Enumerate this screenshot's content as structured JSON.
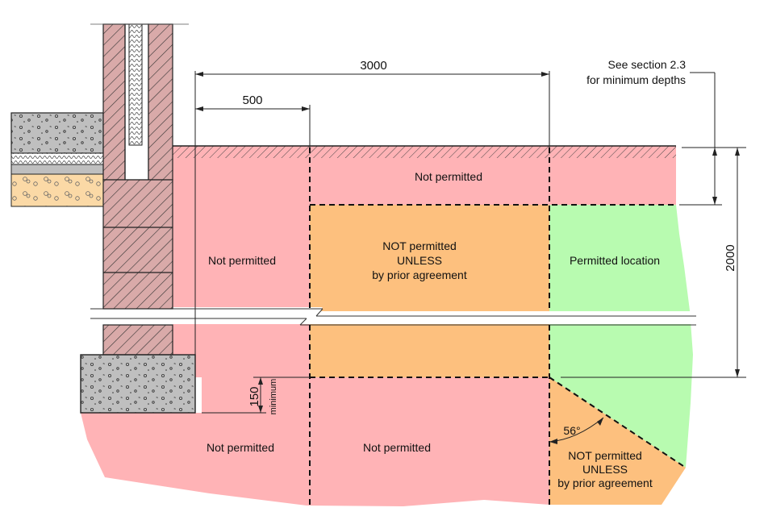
{
  "colors": {
    "not_permitted": "#ffb3b6",
    "conditional": "#fdc07e",
    "permitted": "#b8fbb0",
    "brick": "#d9aaa9",
    "concrete": "#bfbfbf",
    "sand": "#fbd9a6"
  },
  "dimensions": {
    "width_500": "500",
    "width_3000": "3000",
    "depth_2000": "2000",
    "clearance_150": "150",
    "clearance_minimum": "minimum",
    "angle": "56°"
  },
  "note": {
    "line1": "See section 2.3",
    "line2": "for minimum depths"
  },
  "zones": {
    "top_band": "Not permitted",
    "left_column": "Not permitted",
    "cond_center": {
      "line1": "NOT permitted",
      "line2": "UNLESS",
      "line3": "by prior agreement"
    },
    "permitted": "Permitted location",
    "bottom_left": "Not permitted",
    "bottom_center": "Not permitted",
    "cond_wedge": {
      "line1": "NOT permitted",
      "line2": "UNLESS",
      "line3": "by prior agreement"
    }
  }
}
